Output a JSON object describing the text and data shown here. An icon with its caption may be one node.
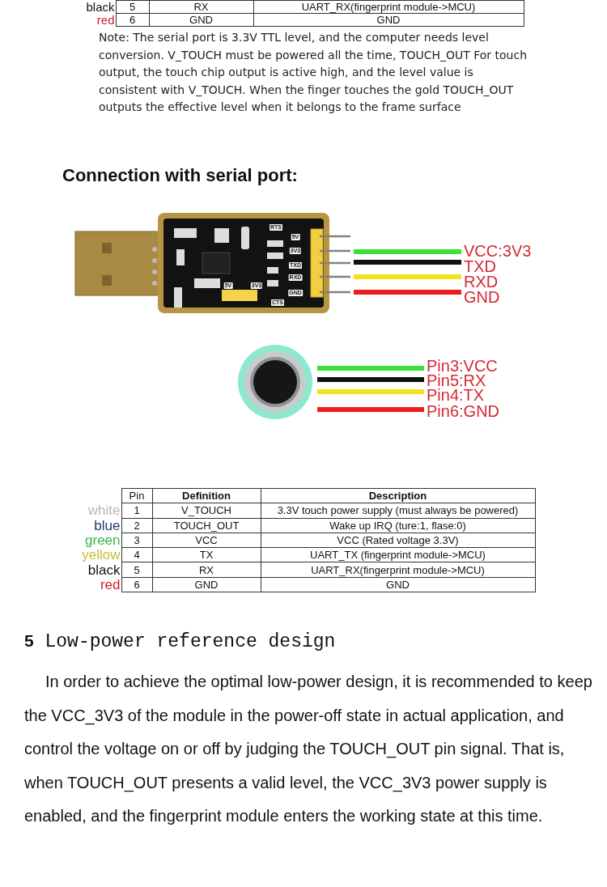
{
  "diagram": {
    "nodes": [
      {
        "text": [],
        "shape": "picture"
      },
      {
        "text": [
          "VCC:3V3"
        ]
      },
      {
        "text": [
          "TXD"
        ]
      },
      {
        "text": [
          "RXD"
        ]
      },
      {
        "text": [
          "GND"
        ]
      },
      {
        "text": [],
        "shape": "picture"
      },
      {
        "text": [
          "Pin3:VCC"
        ]
      },
      {
        "text": [
          "Pin5:RX"
        ]
      },
      {
        "text": [
          "Pin4:TX"
        ]
      },
      {
        "text": [
          "Pin6:GND"
        ]
      }
    ],
    "edges": [
      {
        "from": 0,
        "to": 1,
        "arrow": "none",
        "color": "#3be03b"
      },
      {
        "from": 0,
        "to": 2,
        "arrow": "none",
        "color": "#111111"
      },
      {
        "from": 0,
        "to": 3,
        "arrow": "none",
        "color": "#f2e21a"
      },
      {
        "from": 0,
        "to": 4,
        "arrow": "none",
        "color": "#ee1c1c"
      },
      {
        "from": 5,
        "to": 6,
        "arrow": "none",
        "color": "#3be03b"
      },
      {
        "from": 5,
        "to": 7,
        "arrow": "none",
        "color": "#111111"
      },
      {
        "from": 5,
        "to": 8,
        "arrow": "none",
        "color": "#f2e21a"
      },
      {
        "from": 5,
        "to": 9,
        "arrow": "none",
        "color": "#ee1c1c"
      }
    ],
    "labels": [
      "black",
      "5",
      "RX",
      "UART_RX(fingerprint module->MCU)",
      "red",
      "6",
      "GND",
      "GND",
      "Note: The serial port is 3.3V TTL level, and the computer needs level conversion. V_TOUCH must be powered all the time, TOUCH_OUT For touch output, the touch chip output is active high, and the level value is consistent with V_TOUCH. When the finger touches the gold TOUCH_OUT outputs the effective level when it belongs to the frame surface",
      "Connection with serial port:",
      "RTS",
      "5V",
      "3V3",
      "TXD",
      "RXD",
      "5V",
      "3V3",
      "GND",
      "CTS",
      "Pin",
      "Definition",
      "Description",
      "white",
      "1",
      "V_TOUCH",
      "3.3V touch power supply (must always be powered)",
      "blue",
      "2",
      "TOUCH_OUT",
      "Wake up IRQ (ture:1, flase:0)",
      "green",
      "3",
      "VCC",
      "VCC (Rated voltage 3.3V)",
      "yellow",
      "4",
      "TX",
      "UART_TX (fingerprint module->MCU)",
      "black",
      "5",
      "RX",
      "UART_RX(fingerprint module->MCU)",
      "red",
      "6",
      "GND",
      "GND",
      "**5** Low-power reference design",
      "In order to achieve the optimal low-power design, it is recommended to keep the VCC_3V3 of the module in the power-off state in actual application, and control the voltage on or off by judging the TOUCH_OUT pin signal. That is, when TOUCH_OUT presents a valid level, the VCC_3V3 power supply is enabled, and the fingerprint module enters the working state at this time."
    ]
  }
}
